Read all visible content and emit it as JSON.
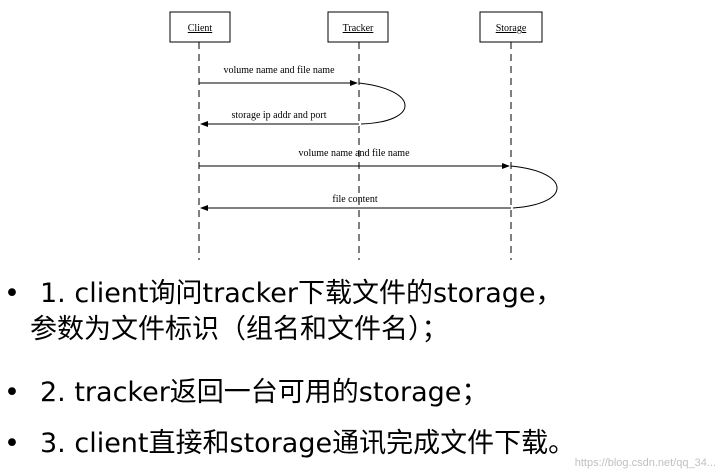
{
  "diagram": {
    "actors": [
      "Client",
      "Tracker",
      "Storage"
    ],
    "messages": [
      {
        "from": "Client",
        "to": "Tracker",
        "label": "volume name and file name"
      },
      {
        "from": "Tracker",
        "to": "Client",
        "label": "storage ip addr and port"
      },
      {
        "from": "Client",
        "to": "Storage",
        "label": "volume name and file name"
      },
      {
        "from": "Storage",
        "to": "Client",
        "label": "file content"
      }
    ]
  },
  "bullets": [
    {
      "marker": "•",
      "text": "1. client询问tracker下载文件的storage，"
    },
    {
      "marker": "",
      "text": "参数为文件标识（组名和文件名）；"
    },
    {
      "marker": "•",
      "text": "2. tracker返回一台可用的storage；"
    },
    {
      "marker": "•",
      "text": "3. client直接和storage通讯完成文件下载。"
    }
  ],
  "watermark": "https://blog.csdn.net/qq_34..."
}
